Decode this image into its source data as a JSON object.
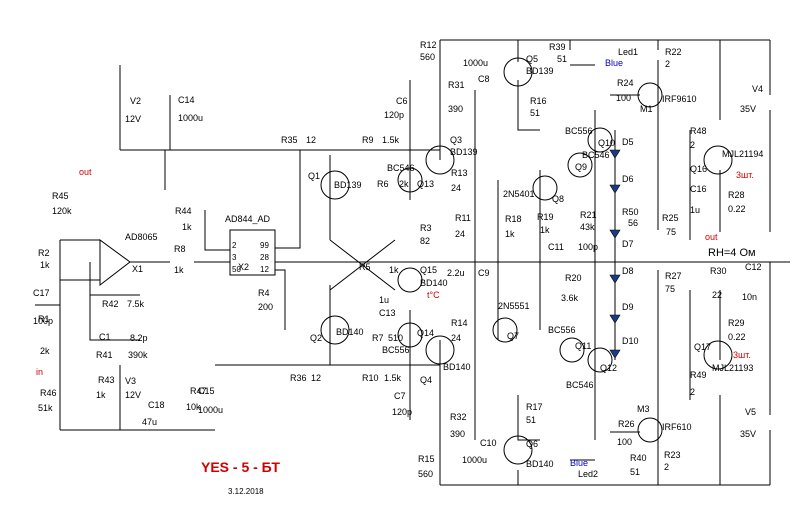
{
  "title": "YES - 5 - БТ",
  "date": "3.12.2018",
  "labels": {
    "out_top": "out",
    "out_right": "out",
    "in": "in",
    "load": "RH=4 Ом",
    "tc": "t°C",
    "x1": "X1",
    "x1_part": "AD8065",
    "x2": "X2",
    "x2_part": "AD844_AD",
    "x2_pins": [
      "2",
      "3",
      "50",
      "99",
      "28",
      "12"
    ],
    "v2": "V2",
    "v2_val": "12V",
    "v3": "V3",
    "v3_val": "12V",
    "v4": "V4",
    "v4_val": "35V",
    "v5": "V5",
    "v5_val": "35V",
    "q16_note": "3шт.",
    "q17_note": "3шт.",
    "led1": "Led1",
    "led1_col": "Blue",
    "led2": "Led2",
    "led2_col": "Blue"
  },
  "components": [
    {
      "name": "R12",
      "val": "560"
    },
    {
      "name": "C8",
      "val": "1000u"
    },
    {
      "name": "Q5",
      "val": "BD139"
    },
    {
      "name": "R39",
      "val": "51"
    },
    {
      "name": "R22",
      "val": "2"
    },
    {
      "name": "R31",
      "val": "390"
    },
    {
      "name": "R24",
      "val": "100"
    },
    {
      "name": "M1",
      "val": "IRF9610"
    },
    {
      "name": "R16",
      "val": "51"
    },
    {
      "name": "C6",
      "val": "120p"
    },
    {
      "name": "R35",
      "val": "12"
    },
    {
      "name": "R9",
      "val": "1.5k"
    },
    {
      "name": "Q3",
      "val": "BD139"
    },
    {
      "name": "R48",
      "val": "2"
    },
    {
      "name": "Q16",
      "val": "MJL21194"
    },
    {
      "name": "R44",
      "val": "1k"
    },
    {
      "name": "R13",
      "val": "24"
    },
    {
      "name": "Q13",
      "val": "BC546"
    },
    {
      "name": "R6",
      "val": "2k"
    },
    {
      "name": "Q1",
      "val": "BD139"
    },
    {
      "name": "C16",
      "val": "1u"
    },
    {
      "name": "R28",
      "val": "0.22"
    },
    {
      "name": "R45",
      "val": "120k"
    },
    {
      "name": "C14",
      "val": "1000u"
    },
    {
      "name": "R3",
      "val": "82"
    },
    {
      "name": "R11",
      "val": "24"
    },
    {
      "name": "R18",
      "val": "1k"
    },
    {
      "name": "R19",
      "val": "1k"
    },
    {
      "name": "Q8",
      "val": "2N5401"
    },
    {
      "name": "Q9",
      "val": "BC546"
    },
    {
      "name": "Q10",
      "val": "BC556"
    },
    {
      "name": "R21",
      "val": "43k"
    },
    {
      "name": "R50",
      "val": "56"
    },
    {
      "name": "R25",
      "val": "75"
    },
    {
      "name": "R2",
      "val": "1k"
    },
    {
      "name": "R8",
      "val": "1k"
    },
    {
      "name": "R5",
      "val": "1k"
    },
    {
      "name": "Q15",
      "val": "BD140"
    },
    {
      "name": "C9",
      "val": "2.2u"
    },
    {
      "name": "C11",
      "val": "100p"
    },
    {
      "name": "C12",
      "val": "10n"
    },
    {
      "name": "C17",
      "val": "100p"
    },
    {
      "name": "R42",
      "val": "7.5k"
    },
    {
      "name": "R4",
      "val": "200"
    },
    {
      "name": "C13",
      "val": "1u"
    },
    {
      "name": "R20",
      "val": "3.6k"
    },
    {
      "name": "R27",
      "val": "75"
    },
    {
      "name": "R30",
      "val": "22"
    },
    {
      "name": "R1",
      "val": "2k"
    },
    {
      "name": "C1",
      "val": "8.2p"
    },
    {
      "name": "Q14",
      "val": "BC556"
    },
    {
      "name": "R7",
      "val": "510"
    },
    {
      "name": "Q2",
      "val": "BD140"
    },
    {
      "name": "R14",
      "val": "24"
    },
    {
      "name": "Q7",
      "val": "2N5551"
    },
    {
      "name": "Q11",
      "val": "BC556"
    },
    {
      "name": "Q12",
      "val": "BC546"
    },
    {
      "name": "R29",
      "val": "0.22"
    },
    {
      "name": "R41",
      "val": "390k"
    },
    {
      "name": "R36",
      "val": "12"
    },
    {
      "name": "R10",
      "val": "1.5k"
    },
    {
      "name": "Q4",
      "val": "BD140"
    },
    {
      "name": "Q17",
      "val": "MJL21193"
    },
    {
      "name": "R43",
      "val": "1k"
    },
    {
      "name": "R47",
      "val": "10k"
    },
    {
      "name": "C18",
      "val": "47u"
    },
    {
      "name": "C15",
      "val": "1000u"
    },
    {
      "name": "C7",
      "val": "120p"
    },
    {
      "name": "R46",
      "val": "51k"
    },
    {
      "name": "R32",
      "val": "390"
    },
    {
      "name": "R17",
      "val": "51"
    },
    {
      "name": "M3",
      "val": "IRF610"
    },
    {
      "name": "R26",
      "val": "100"
    },
    {
      "name": "R49",
      "val": "2"
    },
    {
      "name": "C10",
      "val": "1000u"
    },
    {
      "name": "Q6",
      "val": "BD140"
    },
    {
      "name": "R40",
      "val": "51"
    },
    {
      "name": "R23",
      "val": "2"
    },
    {
      "name": "R15",
      "val": "560"
    },
    {
      "name": "D5",
      "val": ""
    },
    {
      "name": "D6",
      "val": ""
    },
    {
      "name": "D7",
      "val": ""
    },
    {
      "name": "D8",
      "val": ""
    },
    {
      "name": "D9",
      "val": ""
    },
    {
      "name": "D10",
      "val": ""
    }
  ]
}
